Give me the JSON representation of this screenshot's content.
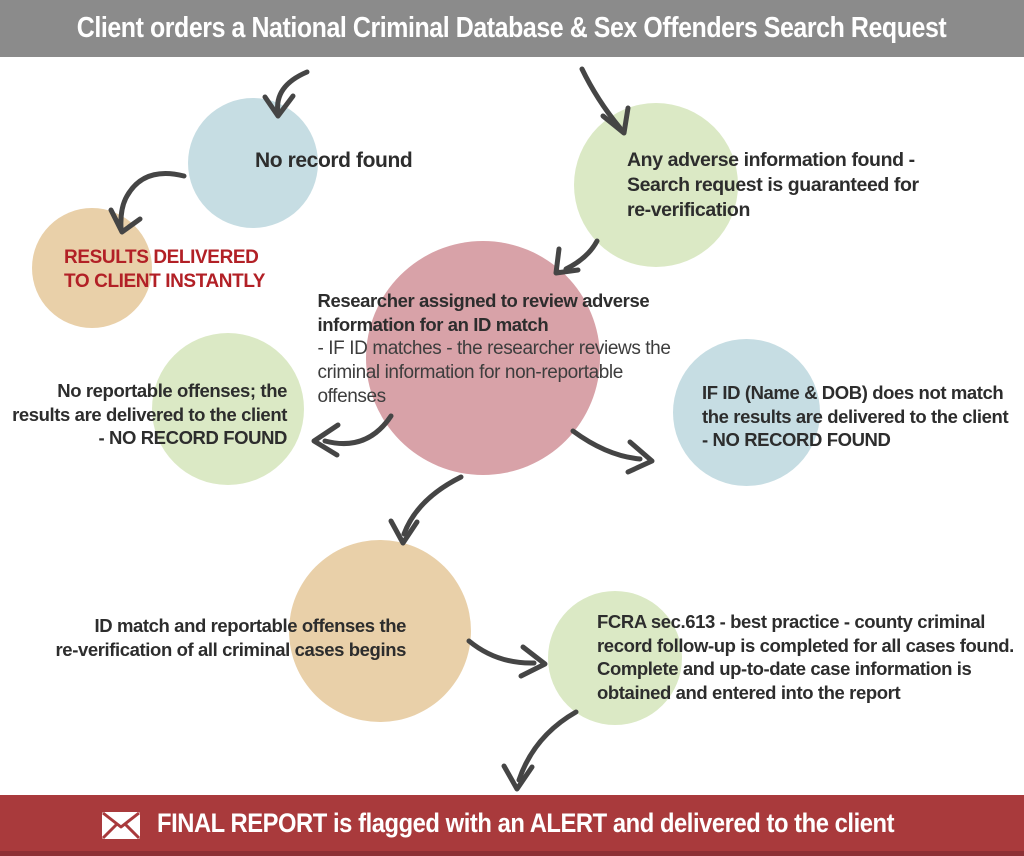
{
  "header": {
    "title": "Client orders a National Criminal Database & Sex Offenders Search Request"
  },
  "footer": {
    "icon": "envelope-icon",
    "text": "FINAL REPORT is flagged with an ALERT and delivered to the client"
  },
  "colors": {
    "header_gray": "#8b8b8b",
    "blue": "#c6dde3",
    "green": "#dbe9c5",
    "pink": "#d8a2a8",
    "tan": "#e9d0a9",
    "red_text": "#b22026",
    "footer_red": "#a93a3c",
    "footer_dark": "#8d3035",
    "arrow": "#454545",
    "body_text": "#2d2d2d"
  },
  "nodes": {
    "no_record_found": {
      "circle": "blue",
      "lines": [
        "No record found"
      ]
    },
    "results_delivered": {
      "circle": "tan",
      "lines": [
        "RESULTS DELIVERED",
        "TO CLIENT INSTANTLY"
      ]
    },
    "adverse_information": {
      "circle": "green",
      "lines": [
        "Any adverse information found -",
        "Search request is guaranteed for",
        "re-verification"
      ]
    },
    "researcher_review": {
      "circle": "pink",
      "bold_lines": [
        "Researcher assigned to review adverse",
        "information for an ID match"
      ],
      "normal_lines": [
        "- IF ID matches - the researcher reviews the",
        "criminal information for non-reportable",
        "offenses"
      ]
    },
    "no_reportable_offenses": {
      "circle": "green",
      "lines": [
        "No reportable offenses; the",
        "results are delivered to the client",
        "- NO RECORD FOUND"
      ]
    },
    "id_no_match": {
      "circle": "blue",
      "lines": [
        "IF ID (Name & DOB) does not match",
        "the results are delivered to the client",
        "- NO RECORD FOUND"
      ]
    },
    "id_match_reverification": {
      "circle": "tan",
      "lines": [
        "ID match and reportable offenses the",
        "re-verification of all criminal cases begins"
      ]
    },
    "fcra_followup": {
      "circle": "green",
      "lines": [
        "FCRA sec.613 - best practice - county criminal",
        "record follow-up is completed for all cases found.",
        "Complete and up-to-date case information is",
        "obtained and entered into the report"
      ]
    }
  }
}
